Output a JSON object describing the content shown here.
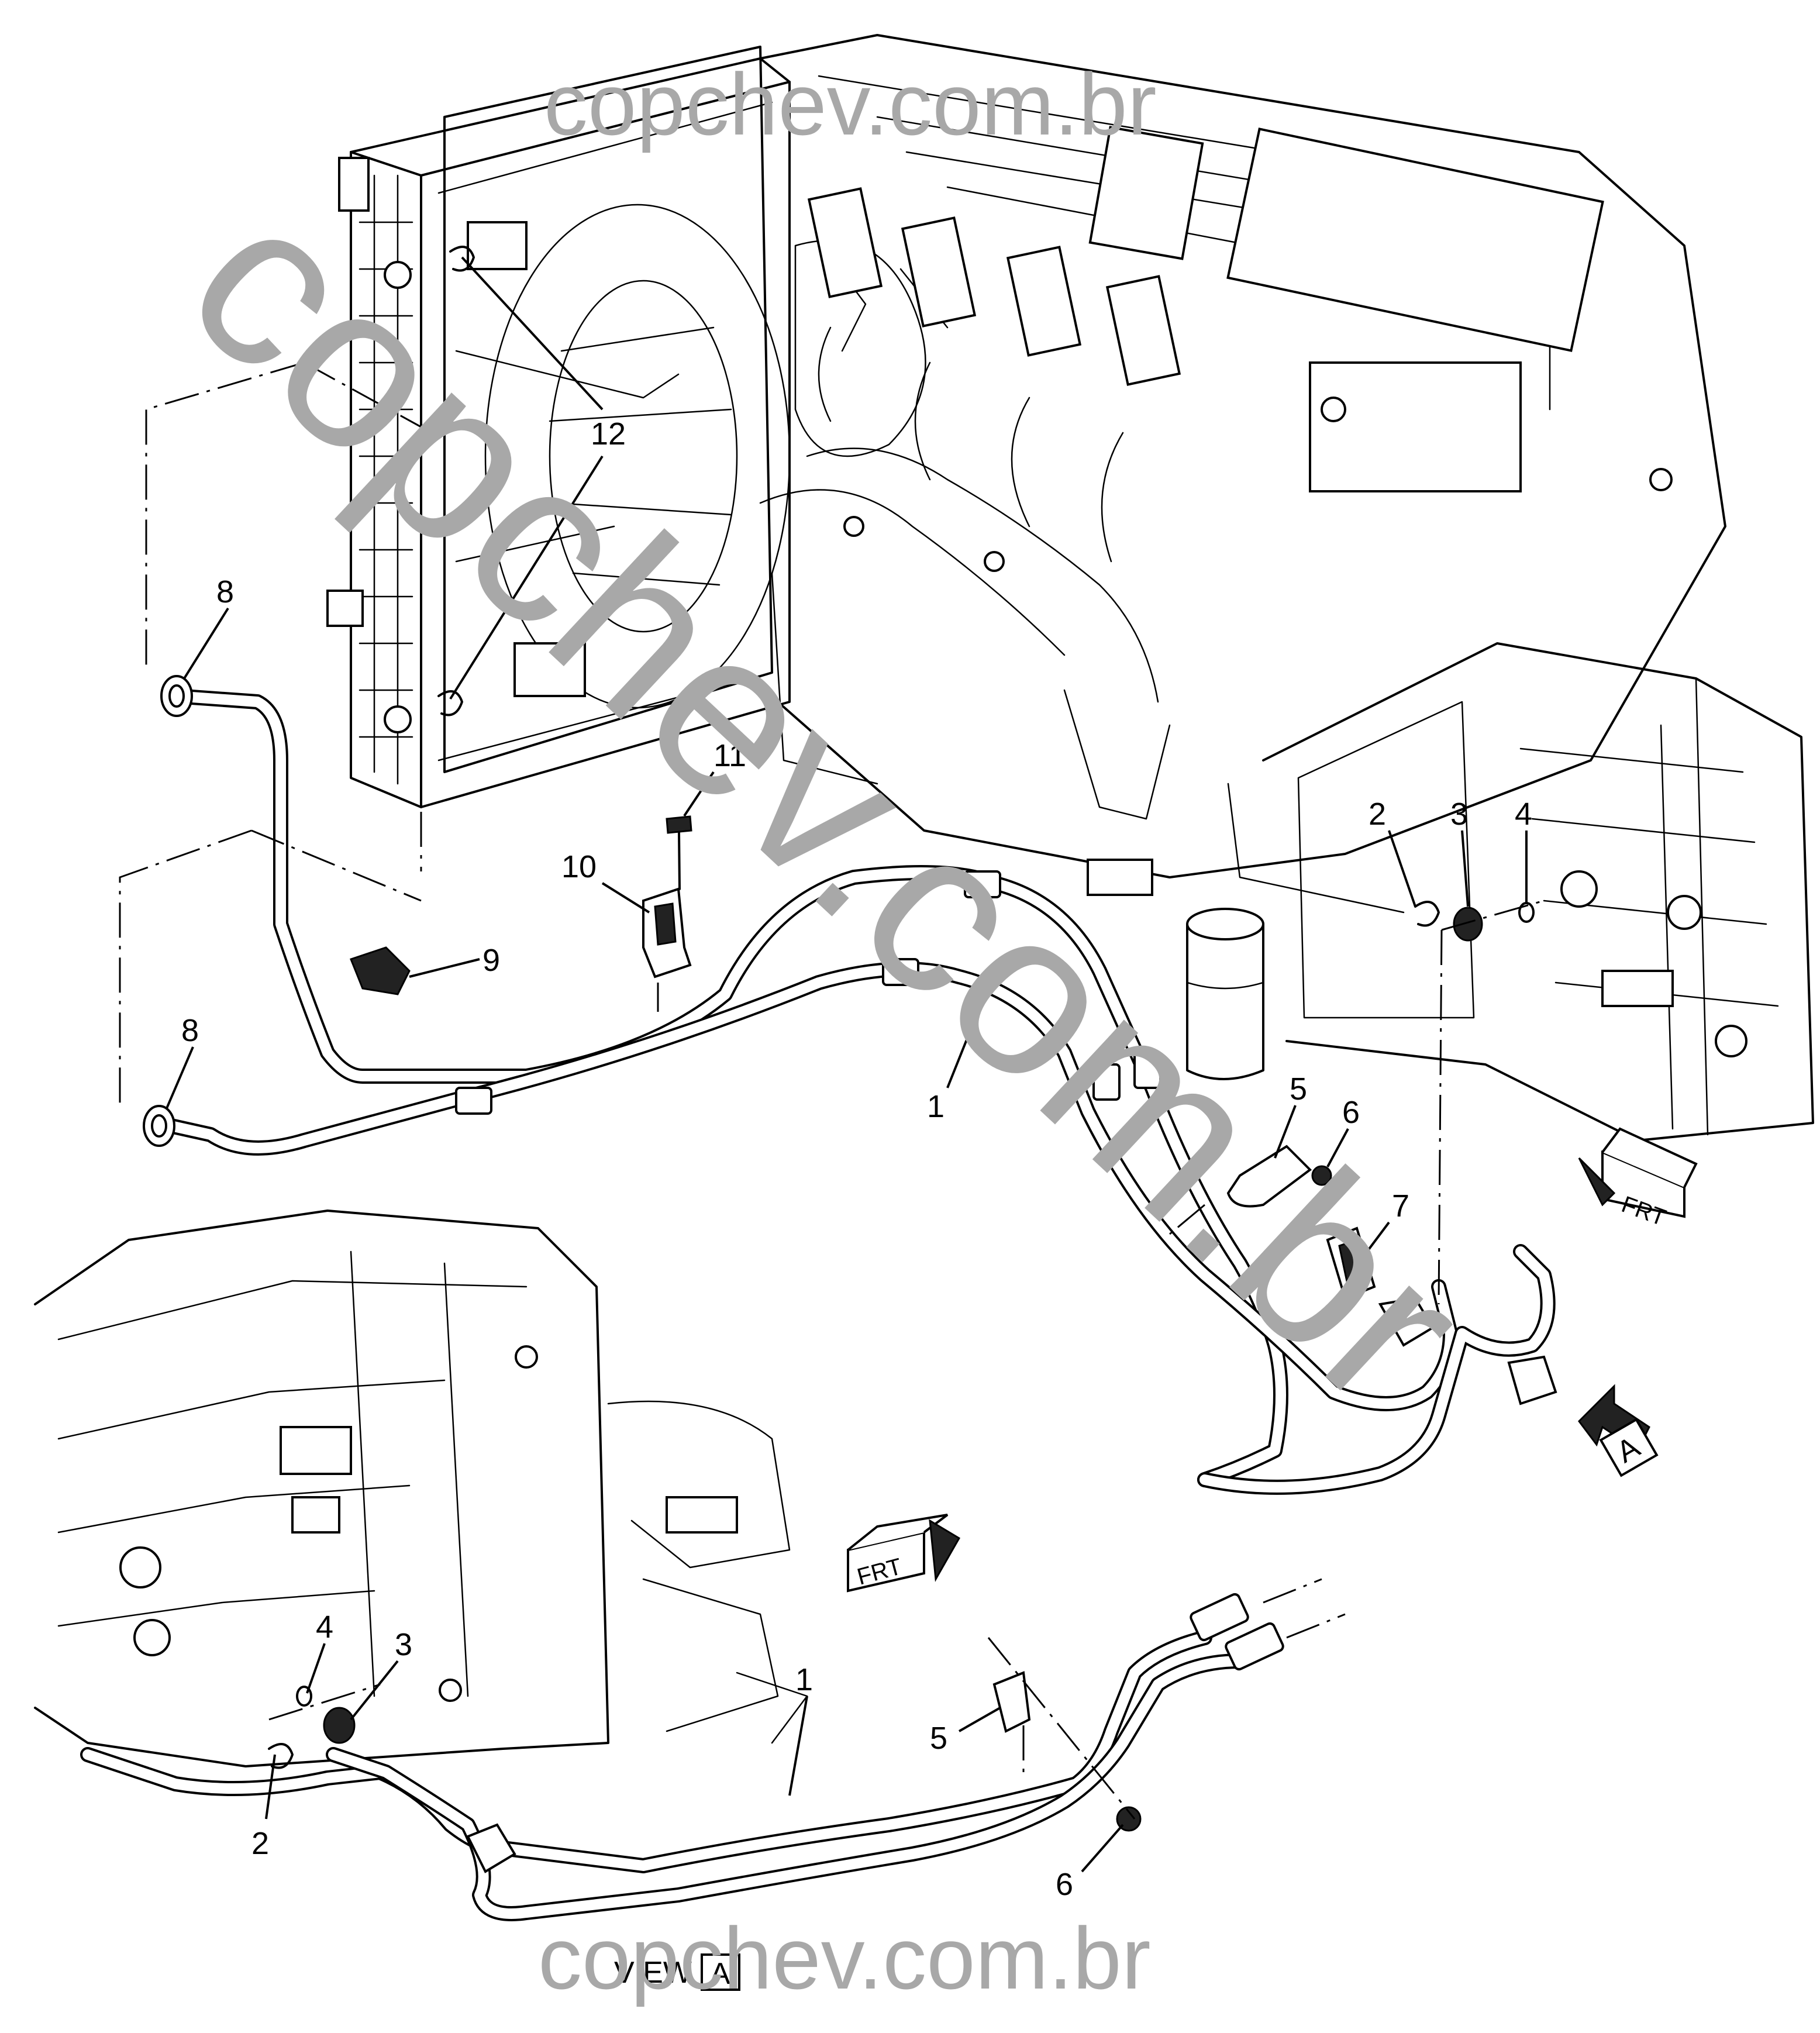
{
  "watermarks": {
    "top": "copchev.com.br",
    "diagonal": "copchev.com.br",
    "bottom": "copchev.com.br"
  },
  "callouts": {
    "c1_top": "1",
    "c2_top": "2",
    "c3_top": "3",
    "c4_top": "4",
    "c5_top": "5",
    "c6_top": "6",
    "c7": "7",
    "c8_upper": "8",
    "c8_lower": "8",
    "c9": "9",
    "c10": "10",
    "c11": "11",
    "c12": "12",
    "c1_view": "1",
    "c2_view": "2",
    "c3_view": "3",
    "c4_view": "4",
    "c5_view": "5",
    "c6_view": "6"
  },
  "orientation": {
    "frt_top": "FRT",
    "frt_view": "FRT",
    "arrow_letter": "A"
  },
  "view_label": {
    "text": "VIEW",
    "letter": "A"
  },
  "colors": {
    "line": "#000000",
    "watermark": "#a8a8a8",
    "background": "#ffffff"
  }
}
